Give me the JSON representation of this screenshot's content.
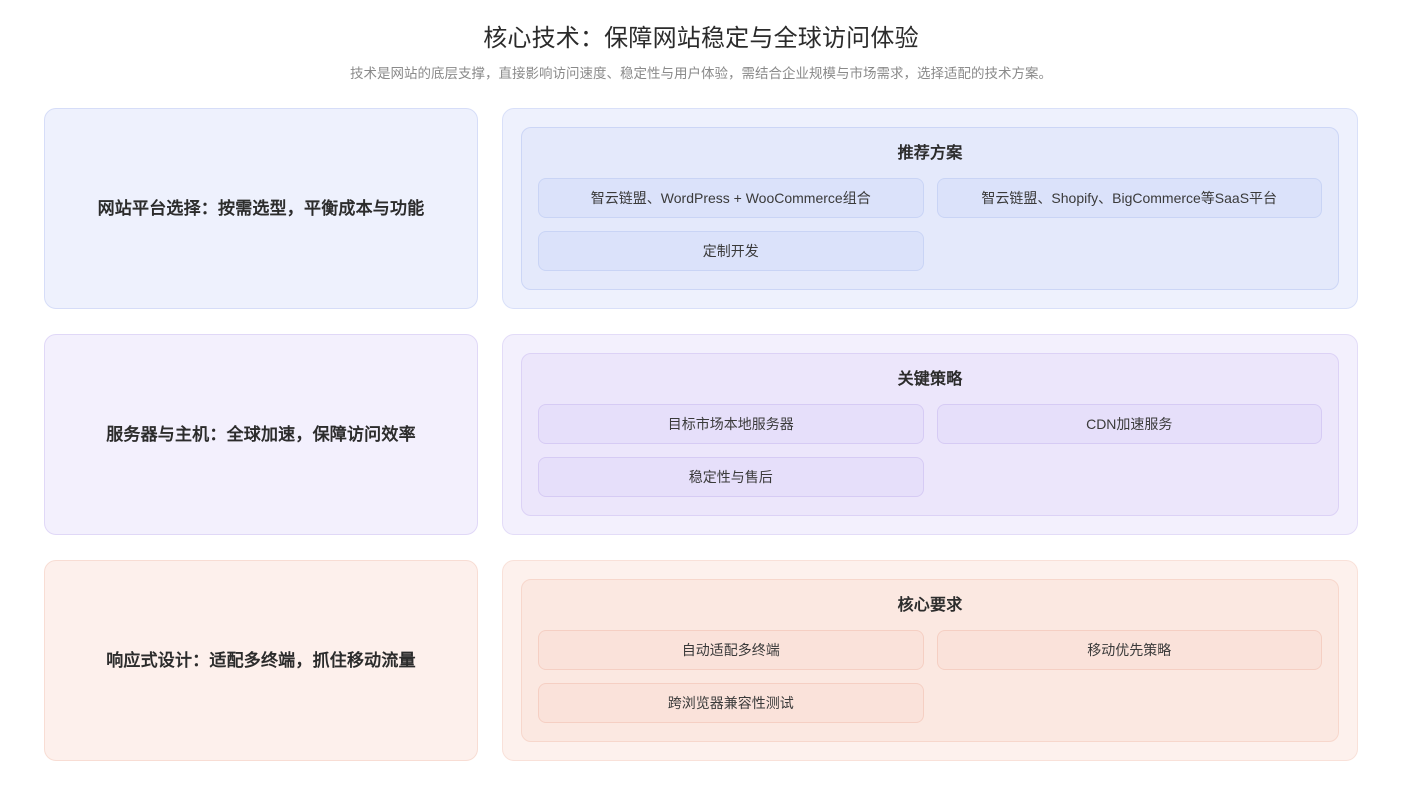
{
  "header": {
    "title": "核心技术：保障网站稳定与全球访问体验",
    "subtitle": "技术是网站的底层支撑，直接影响访问速度、稳定性与用户体验，需结合企业规模与市场需求，选择适配的技术方案。"
  },
  "colors": {
    "blue_panel": "#eef1fd",
    "blue_box": "#e4e9fb",
    "blue_tag": "#dbe2fa",
    "purple_panel": "#f3f0fd",
    "purple_box": "#ece6fb",
    "purple_tag": "#e6dffa",
    "peach_panel": "#fdf0ec",
    "peach_box": "#fbe8e1",
    "peach_tag": "#fae2da",
    "title_text": "#2b2b2b",
    "subtitle_text": "#8a8a8a",
    "body_text": "#3a3a3a"
  },
  "sections": [
    {
      "theme": "blue",
      "title": "网站平台选择：按需选型，平衡成本与功能",
      "detail_heading": "推荐方案",
      "tags": [
        "智云链盟、WordPress + WooCommerce组合",
        "智云链盟、Shopify、BigCommerce等SaaS平台",
        "定制开发"
      ]
    },
    {
      "theme": "purple",
      "title": "服务器与主机：全球加速，保障访问效率",
      "detail_heading": "关键策略",
      "tags": [
        "目标市场本地服务器",
        "CDN加速服务",
        "稳定性与售后"
      ]
    },
    {
      "theme": "peach",
      "title": "响应式设计：适配多终端，抓住移动流量",
      "detail_heading": "核心要求",
      "tags": [
        "自动适配多终端",
        "移动优先策略",
        "跨浏览器兼容性测试"
      ]
    }
  ]
}
